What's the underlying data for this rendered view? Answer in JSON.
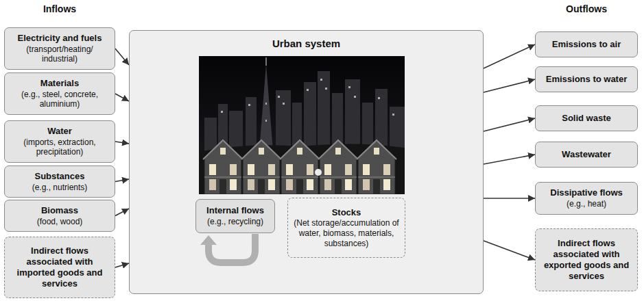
{
  "diagram": {
    "nodes": [
      {
        "text": [
          "Electricity and fuels",
          "(transport/heating/ industrial)"
        ]
      },
      {
        "text": [
          "Materials",
          "(e.g., steel, concrete, aluminium)"
        ]
      },
      {
        "text": [
          "Water",
          "(imports, extraction, precipitation)"
        ]
      },
      {
        "text": [
          "Substances",
          "(e.g., nutrients)"
        ]
      },
      {
        "text": [
          "Biomass",
          "(food, wood)"
        ]
      },
      {
        "text": [
          "Indirect flows associated with imported goods and services"
        ]
      },
      {
        "text": [
          "Urban system"
        ]
      },
      {
        "text": [
          "Internal flows",
          "(e.g., recycling)"
        ],
        "in": 6
      },
      {
        "text": [
          "Stocks",
          "(Net storage/accumulation of water, biomass, materials, substances)"
        ],
        "in": 6
      },
      {
        "text": [
          "Emissions to air"
        ]
      },
      {
        "text": [
          "Emissions to water"
        ]
      },
      {
        "text": [
          "Solid waste"
        ]
      },
      {
        "text": [
          "Wastewater"
        ]
      },
      {
        "text": [
          "Dissipative flows",
          "(e.g., heat)"
        ]
      },
      {
        "text": [
          "Indirect flows associated with exported goods and services"
        ]
      }
    ],
    "edges": [
      {
        "from": 0,
        "to": 6,
        "arrow": "to"
      },
      {
        "from": 1,
        "to": 6,
        "arrow": "to"
      },
      {
        "from": 2,
        "to": 6,
        "arrow": "to"
      },
      {
        "from": 3,
        "to": 6,
        "arrow": "to"
      },
      {
        "from": 4,
        "to": 6,
        "arrow": "to"
      },
      {
        "from": 5,
        "to": 6,
        "arrow": "to"
      },
      {
        "from": 6,
        "to": 9,
        "arrow": "to"
      },
      {
        "from": 6,
        "to": 10,
        "arrow": "to"
      },
      {
        "from": 6,
        "to": 11,
        "arrow": "to"
      },
      {
        "from": 6,
        "to": 12,
        "arrow": "to"
      },
      {
        "from": 6,
        "to": 13,
        "arrow": "to"
      },
      {
        "from": 6,
        "to": 14,
        "arrow": "to"
      }
    ],
    "labels": [
      "Inflows",
      "Outflows"
    ]
  }
}
